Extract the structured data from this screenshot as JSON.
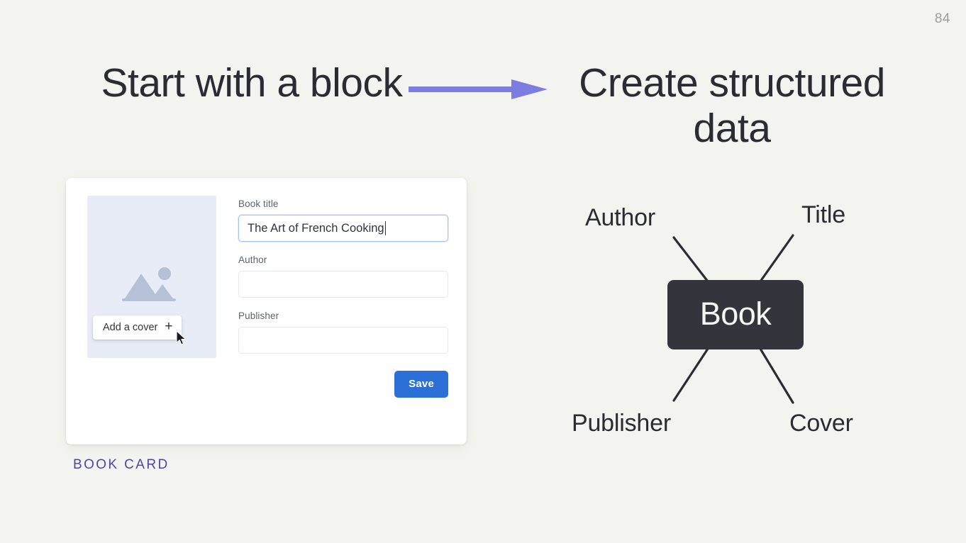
{
  "slide": {
    "page_number": "84",
    "background_color": "#f3f4ef",
    "heading_left": "Start with a block",
    "heading_right": "Create structured data",
    "arrow_color": "#7b7ee0"
  },
  "card": {
    "caption": "BOOK CARD",
    "caption_color": "#4f45a8",
    "cover": {
      "placeholder_icon": "image-placeholder-icon",
      "add_cover_label": "Add a cover",
      "add_cover_plus": "+",
      "background_color": "#e7ecf7"
    },
    "form": {
      "fields": [
        {
          "label": "Book title",
          "value": "The Art of French Cooking",
          "placeholder": "",
          "focused": true
        },
        {
          "label": "Author",
          "value": "",
          "placeholder": "",
          "focused": false
        },
        {
          "label": "Publisher",
          "value": "",
          "placeholder": "",
          "focused": false
        }
      ],
      "save_label": "Save",
      "save_color": "#2c6fd6"
    }
  },
  "diagram": {
    "entity": "Book",
    "entity_color": "#34343c",
    "nodes": [
      {
        "label": "Author",
        "position": "top-left"
      },
      {
        "label": "Title",
        "position": "top-right"
      },
      {
        "label": "Publisher",
        "position": "bottom-left"
      },
      {
        "label": "Cover",
        "position": "bottom-right"
      }
    ]
  }
}
